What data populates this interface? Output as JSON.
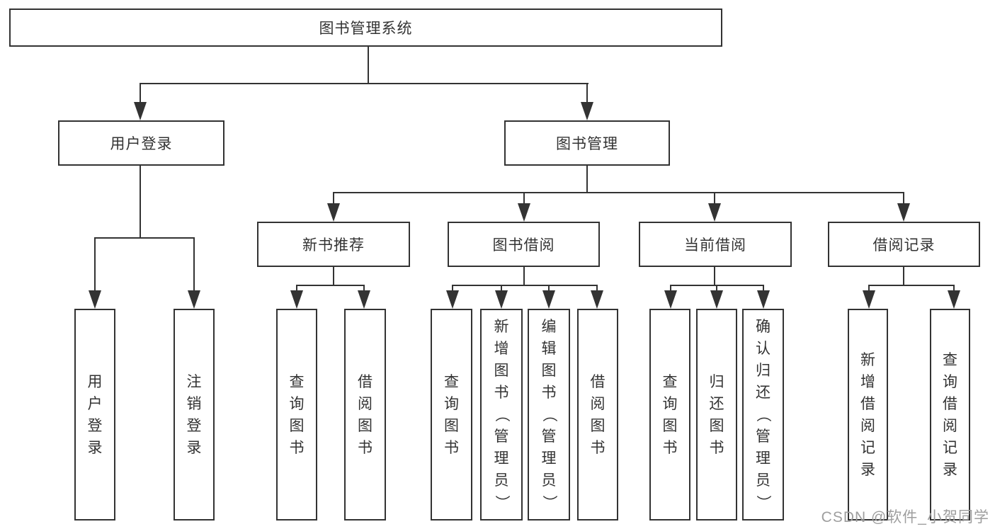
{
  "root": {
    "label": "图书管理系统"
  },
  "level2": [
    {
      "label": "用户登录",
      "leaves": [
        "用户登录",
        "注销登录"
      ]
    },
    {
      "label": "图书管理",
      "groups": [
        {
          "label": "新书推荐",
          "leaves": [
            "查询图书",
            "借阅图书"
          ]
        },
        {
          "label": "图书借阅",
          "leaves": [
            "查询图书",
            "新增图书（管理员）",
            "编辑图书（管理员）",
            "借阅图书"
          ]
        },
        {
          "label": "当前借阅",
          "leaves": [
            "查询图书",
            "归还图书",
            "确认归还（管理员）"
          ]
        },
        {
          "label": "借阅记录",
          "leaves": [
            "新增借阅记录",
            "查询借阅记录"
          ]
        }
      ]
    }
  ],
  "watermark": {
    "text": "CSDN @软件_小贺同学"
  },
  "colors": {
    "line": "#333333",
    "text": "#333333",
    "watermark": "#9e9e9e",
    "background": "#ffffff"
  }
}
